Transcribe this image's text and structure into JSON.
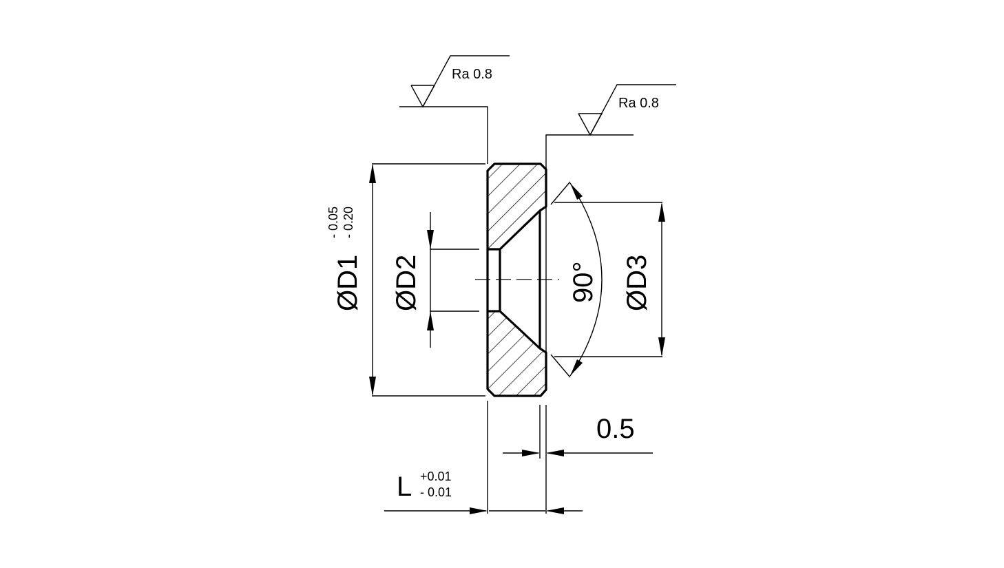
{
  "labels": {
    "roughness_left": "Ra 0.8",
    "roughness_right": "Ra 0.8",
    "d1": "ØD1",
    "d1_tol_upper": "- 0.05",
    "d1_tol_lower": "- 0.20",
    "d2": "ØD2",
    "d3": "ØD3",
    "angle": "90°",
    "step": "0.5",
    "length": "L",
    "length_tol_upper": "+0.01",
    "length_tol_lower": "- 0.01"
  },
  "colors": {
    "line": "#000000",
    "background": "#ffffff"
  }
}
